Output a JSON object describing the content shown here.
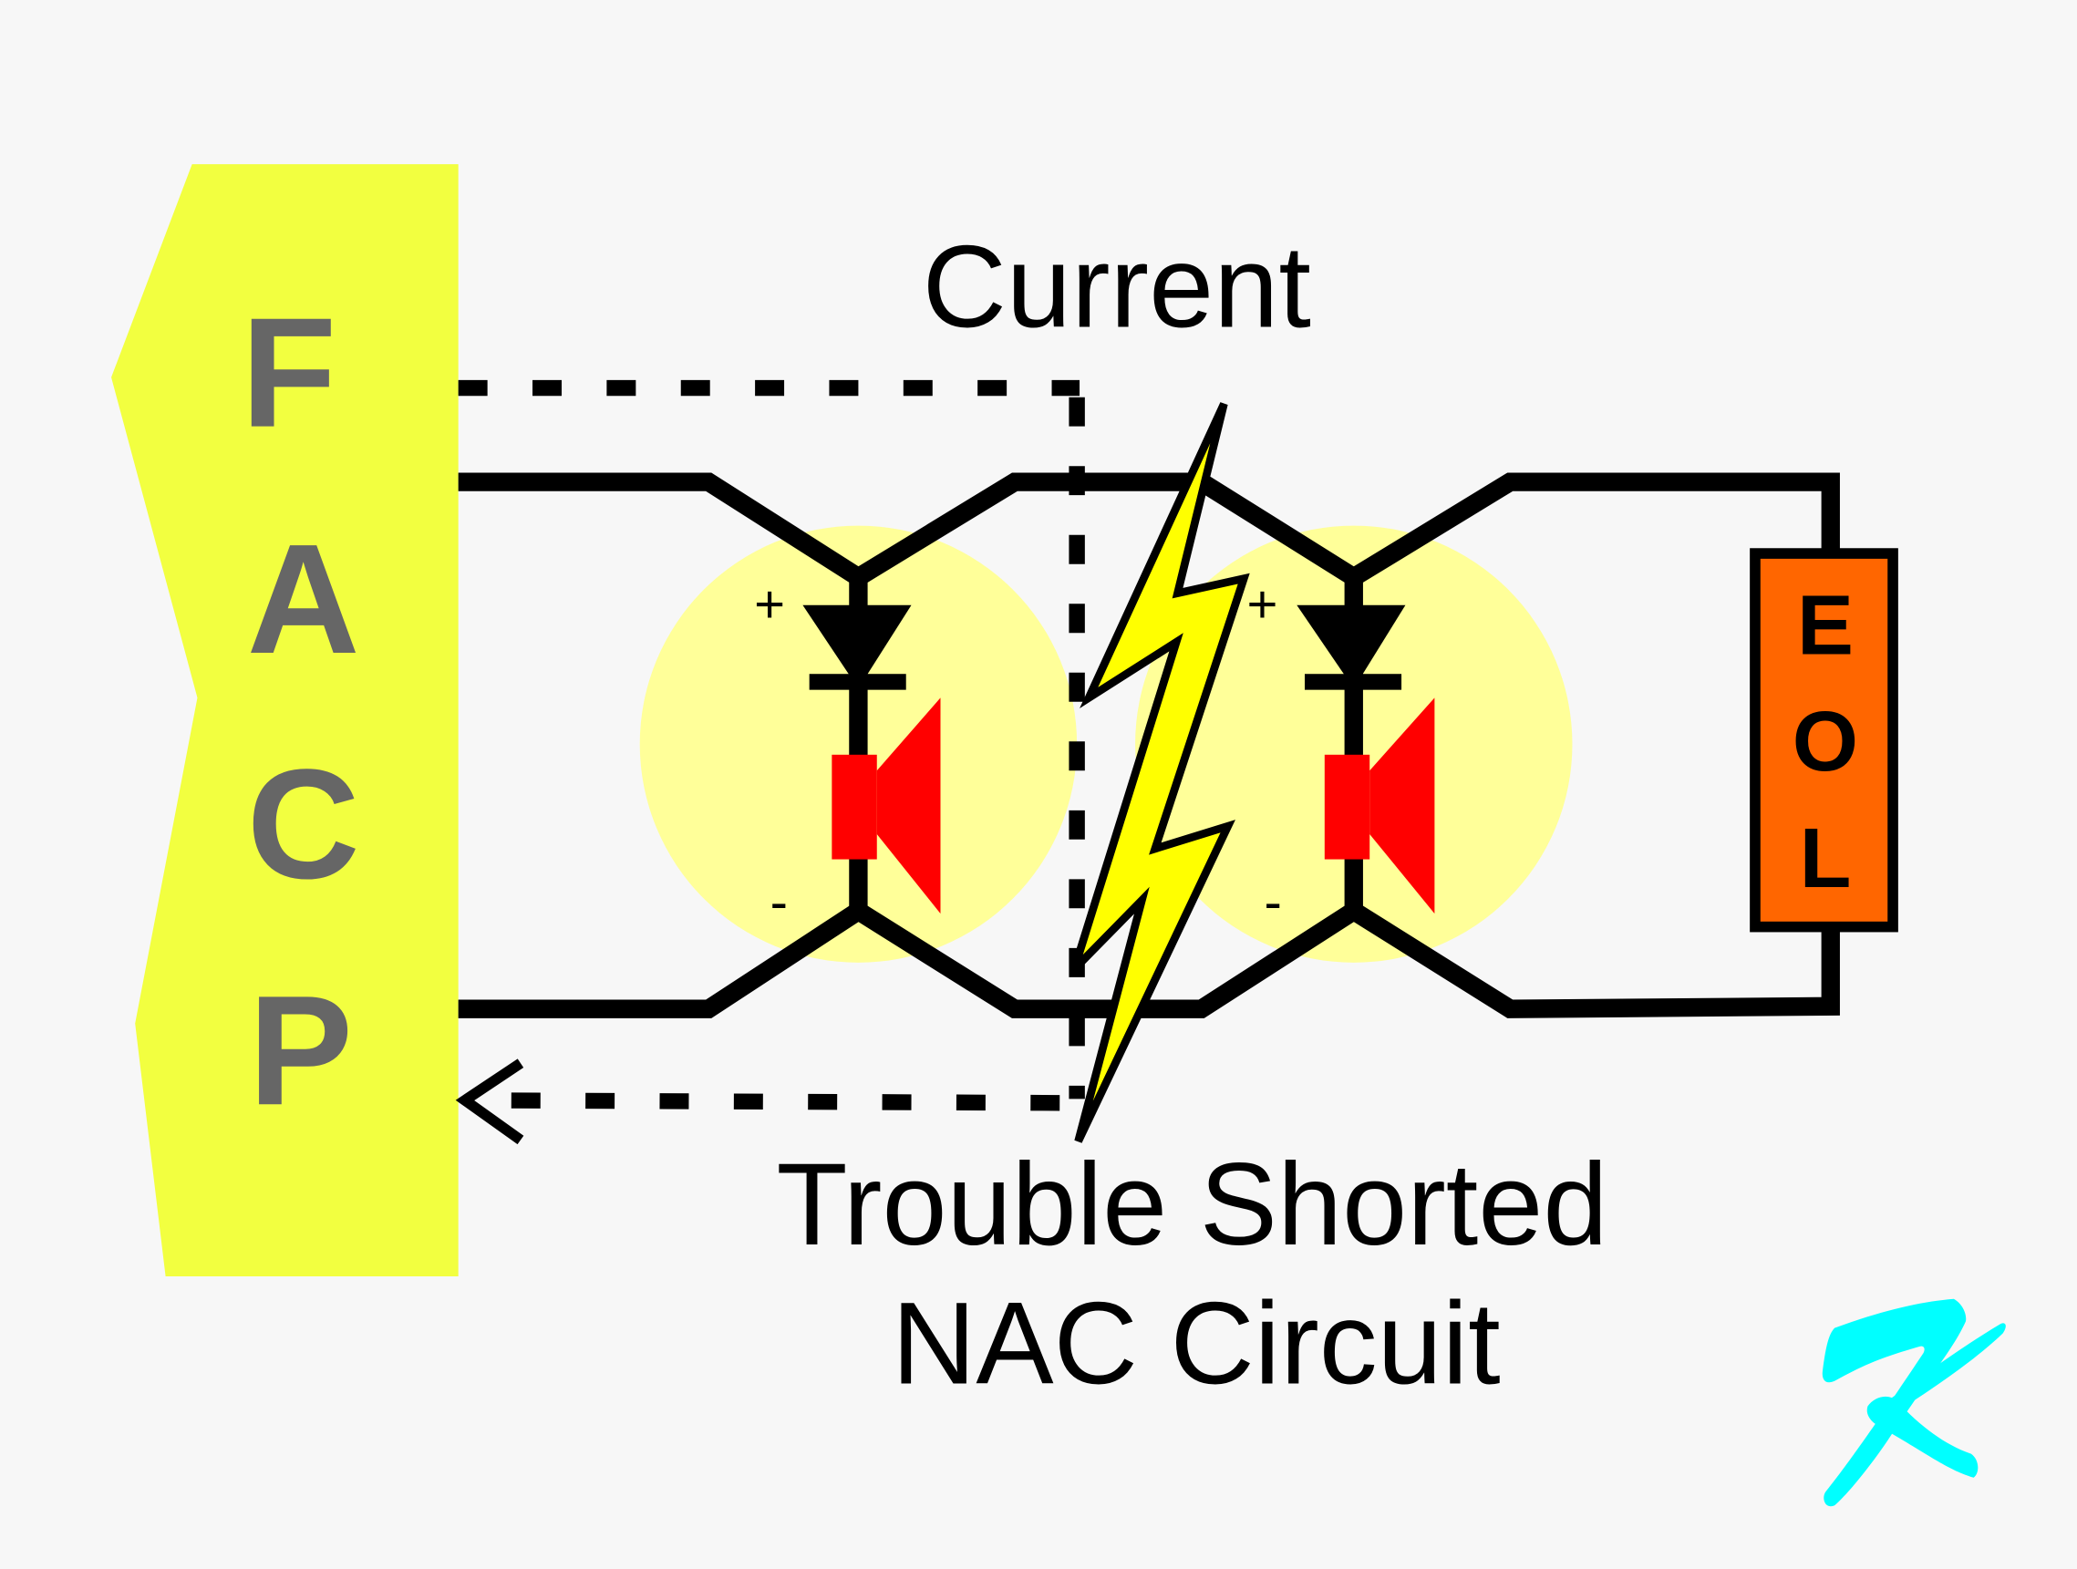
{
  "title": "Trouble Shorted NAC Circuit",
  "labels": {
    "current": "Current",
    "caption_line1": "Trouble Shorted",
    "caption_line2": "NAC Circuit"
  },
  "panel": {
    "name": "FACP",
    "letters": [
      "F",
      "A",
      "C",
      "P"
    ]
  },
  "eol": {
    "name": "EOL",
    "letters": [
      "E",
      "O",
      "L"
    ]
  },
  "devices": [
    {
      "name": "Notification appliance 1",
      "plus": "+",
      "minus": "-"
    },
    {
      "name": "Notification appliance 2",
      "plus": "+",
      "minus": "-"
    }
  ],
  "fault": "short-circuit",
  "logo_letter": "K",
  "colors": {
    "background": "#f7f7f7",
    "panel": "#f2ff40",
    "panel_text": "#666666",
    "device_glow": "#ffff99",
    "horn": "#ff0000",
    "eol": "#ff6600",
    "lightning": "#ffff00",
    "logo": "#00ffff",
    "wire": "#000000"
  }
}
